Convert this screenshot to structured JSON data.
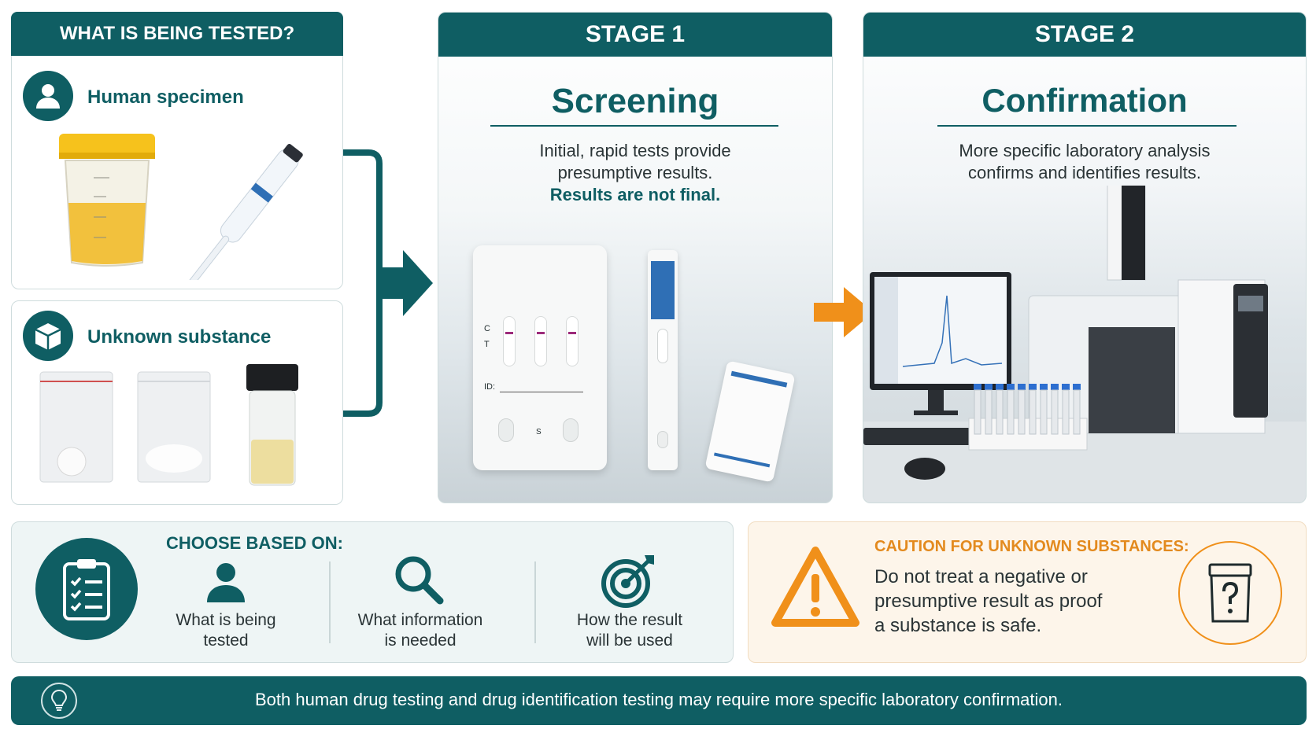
{
  "left_column": {
    "header": "WHAT IS BEING TESTED?",
    "human": {
      "label": "Human specimen",
      "icon": "person-icon"
    },
    "unknown": {
      "label": "Unknown substance",
      "icon": "box-icon"
    }
  },
  "stage1": {
    "header": "STAGE 1",
    "title": "Screening",
    "desc_line1": "Initial, rapid tests provide",
    "desc_line2": "presumptive results.",
    "emphasis": "Results are not final.",
    "cassette": {
      "c": "C",
      "t": "T",
      "id": "ID:",
      "s": "S"
    }
  },
  "stage2": {
    "header": "STAGE 2",
    "title": "Confirmation",
    "desc_line1": "More specific laboratory analysis",
    "desc_line2": "confirms and identifies results."
  },
  "choose": {
    "heading": "CHOOSE BASED ON:",
    "items": [
      {
        "line1": "What is being",
        "line2": "tested",
        "icon": "person-icon"
      },
      {
        "line1": "What information",
        "line2": "is needed",
        "icon": "magnifier-icon"
      },
      {
        "line1": "How the result",
        "line2": "will be used",
        "icon": "target-icon"
      }
    ]
  },
  "caution": {
    "heading": "CAUTION FOR UNKNOWN SUBSTANCES:",
    "line1": "Do not treat a negative or",
    "line2": "presumptive result as proof",
    "line3": "a substance is safe."
  },
  "footer": {
    "text": "Both human drug testing and drug identification testing may require more specific laboratory confirmation."
  },
  "colors": {
    "teal": "#0f5e63",
    "orange": "#f0901a",
    "caution_text": "#e38a1e"
  }
}
